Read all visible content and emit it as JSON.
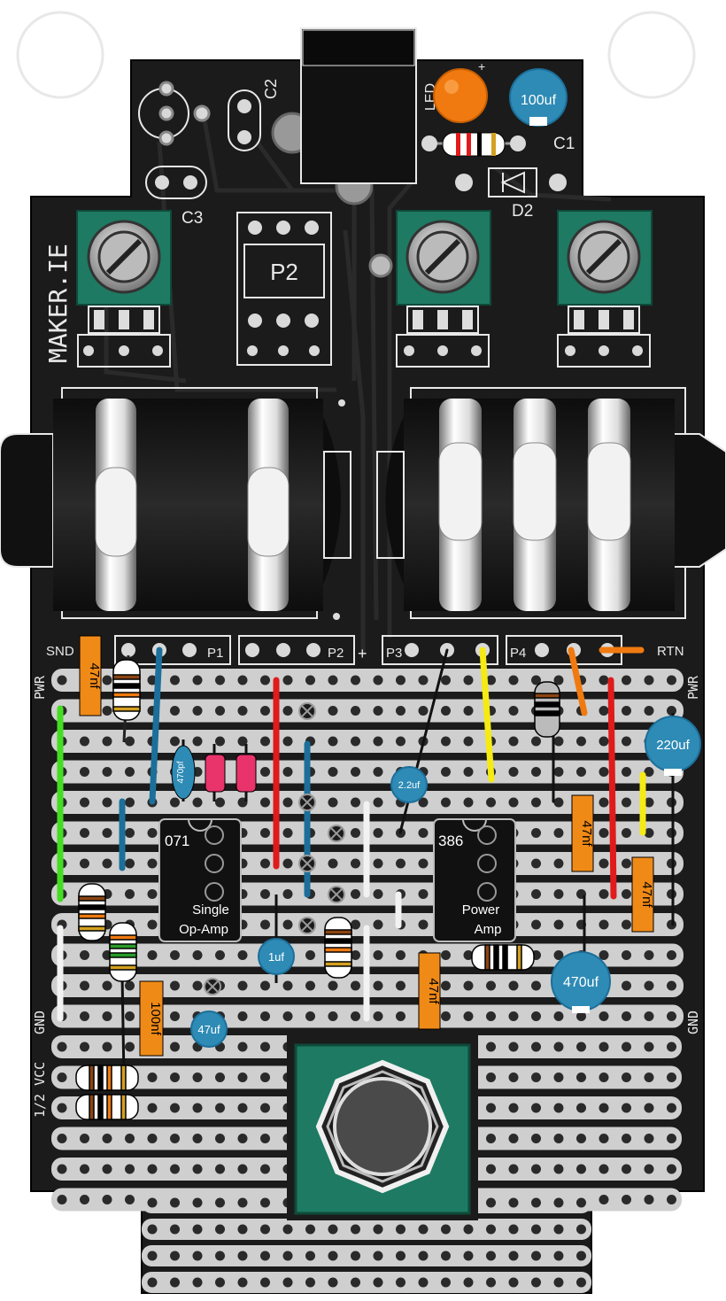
{
  "brand": "MAKER.IE",
  "labels": {
    "c1": "C1",
    "c2": "C2",
    "c3": "C3",
    "d2": "D2",
    "led": "LED",
    "led_plus": "+",
    "p1": "P1",
    "p2": "P2",
    "p3": "P3",
    "p4": "P4",
    "p2_center": "P2",
    "snd": "SND",
    "rtn": "RTN",
    "pwr_left": "PWR",
    "pwr_right": "PWR",
    "gnd_left": "GND",
    "gnd_right": "GND",
    "half_vcc": "1/2 VCC",
    "plus": "+"
  },
  "components": {
    "cap_100uf": "100uf",
    "cap_220uf": "220uf",
    "cap_470uf": "470uf",
    "cap_2_2uf": "2.2uf",
    "cap_1uf": "1uf",
    "cap_47uf": "47uf",
    "cap_470pf": "470pf",
    "cap_47nf_a": "47nf",
    "cap_47nf_b": "47nf",
    "cap_47nf_c": "47nf",
    "cap_47nf_d": "47nf",
    "cap_100nf": "100nf",
    "ic1_number": "071",
    "ic1_line1": "Single",
    "ic1_line2": "Op-Amp",
    "ic2_number": "386",
    "ic2_line1": "Power",
    "ic2_line2": "Amp"
  },
  "colors": {
    "board": "#1b1b1b",
    "copper_pad": "#d9d9d9",
    "pot_green": "#1e7a62",
    "cap_blue": "#2e8bb5",
    "cap_orange": "#f08a17",
    "wire_red": "#e01b1b",
    "wire_green": "#44dd22",
    "wire_blue": "#1c6f9a",
    "wire_yellow": "#f5ea14",
    "wire_orange": "#f07a10",
    "led_orange": "#f07a10",
    "pink": "#e8336b"
  }
}
